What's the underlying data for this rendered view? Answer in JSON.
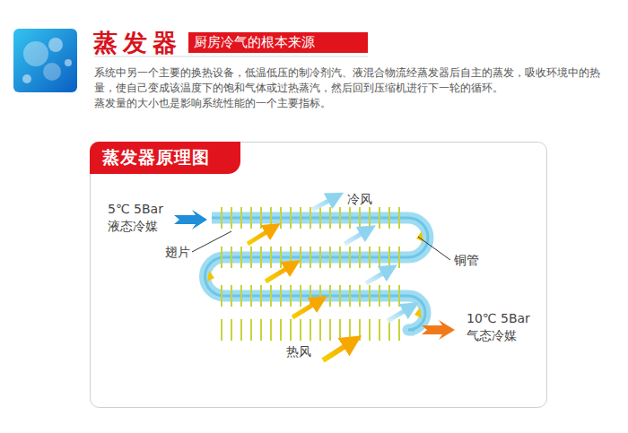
{
  "diagram": {
    "title": "蒸发器",
    "nodes": [
      {
        "text": [
          "厨房冷气的根本来源"
        ]
      },
      {
        "text": [
          "蒸发器原理图"
        ]
      }
    ],
    "labels": [
      "系统中另一个主要的换热设备，低温低压的制冷剂汽、液混合物流经蒸发器后自主的蒸发，吸收环境中的热量，使自己变成该温度下的饱和气体或过热蒸汽，然后回到压缩机进行下一轮的循环。",
      "蒸发量的大小也是影响系统性能的一个主要指标。",
      "5℃ 5Bar",
      "液态冷媒",
      "冷风",
      "翅片",
      "铜管",
      "10℃ 5Bar",
      "气态冷媒",
      "热风"
    ]
  }
}
